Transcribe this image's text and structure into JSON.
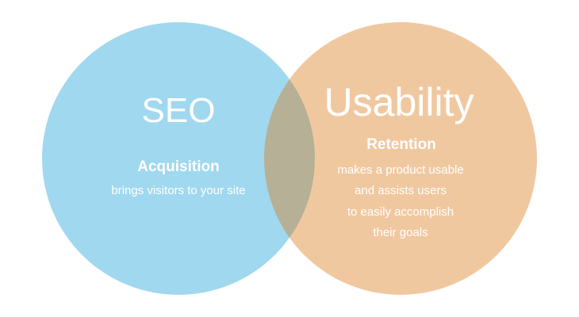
{
  "colors": {
    "seo": "#a0d8ef",
    "usability": "#f0c8a0",
    "overlap": "#b5b096",
    "text": "#ffffff"
  },
  "left": {
    "title": "SEO",
    "subtitle": "Acquisition",
    "description": [
      "brings visitors to your site"
    ]
  },
  "right": {
    "title": "Usability",
    "subtitle": "Retention",
    "description": [
      "makes a product usable",
      "and assists users",
      "to easily accomplish",
      "their goals"
    ]
  }
}
